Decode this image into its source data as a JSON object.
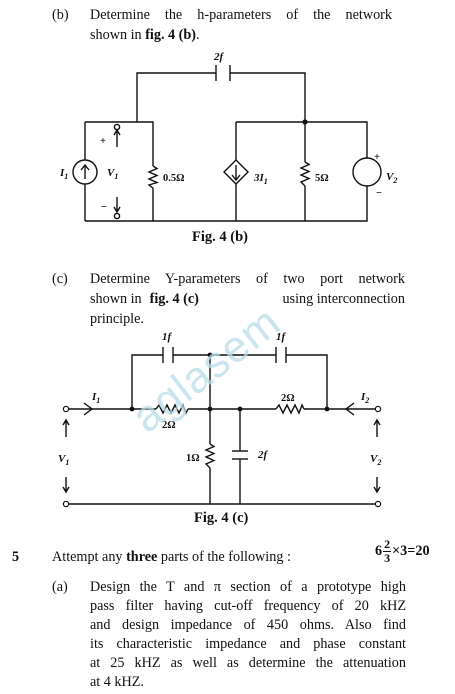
{
  "part_b": {
    "label": "(b)",
    "text_line1": "Determine the h-parameters of the network",
    "text_line2_pre": "shown in ",
    "text_line2_bold": "fig. 4 (b)",
    "text_line2_post": ".",
    "figure_caption": "Fig. 4 (b)",
    "circuit": {
      "cap_label": "2f",
      "src_i1": "I",
      "src_i1_sub": "1",
      "v1": "V",
      "v1_sub": "1",
      "r1": "0.5Ω",
      "dep_src": "3I",
      "dep_src_sub": "1",
      "r2": "5Ω",
      "v2": "V",
      "v2_sub": "2",
      "plus": "+",
      "minus": "−"
    }
  },
  "part_c": {
    "label": "(c)",
    "text_line1": "Determine Y-parameters of two port network",
    "text_line2_pre": "shown in ",
    "text_line2_bold": "fig. 4 (c)",
    "text_line2_post": " using interconnection",
    "text_line3": "principle.",
    "figure_caption": "Fig. 4 (c)",
    "circuit": {
      "c1": "1f",
      "c2": "1f",
      "i1": "I",
      "i1_sub": "1",
      "i2": "I",
      "i2_sub": "2",
      "r_left": "2Ω",
      "r_right": "2Ω",
      "r_shunt": "1Ω",
      "c_shunt": "2f",
      "v1": "V",
      "v1_sub": "1",
      "v2": "V",
      "v2_sub": "2"
    }
  },
  "question5": {
    "number": "5",
    "instruction_pre": "Attempt any ",
    "instruction_bold": "three",
    "instruction_post": " parts of the following  :",
    "marks_whole": "6",
    "marks_num": "2",
    "marks_den": "3",
    "marks_tail": "×3=20"
  },
  "part_a": {
    "label": "(a)",
    "lines": [
      "Design the T and π section of a prototype high",
      "pass filter having cut-off frequency of 20 kHZ",
      "and design impedance of 450 ohms. Also find",
      "its characteristic impedance and phase constant",
      "at 25 kHZ as well as determine the attenuation",
      "at 4 kHZ."
    ]
  },
  "watermark": "aglasem"
}
